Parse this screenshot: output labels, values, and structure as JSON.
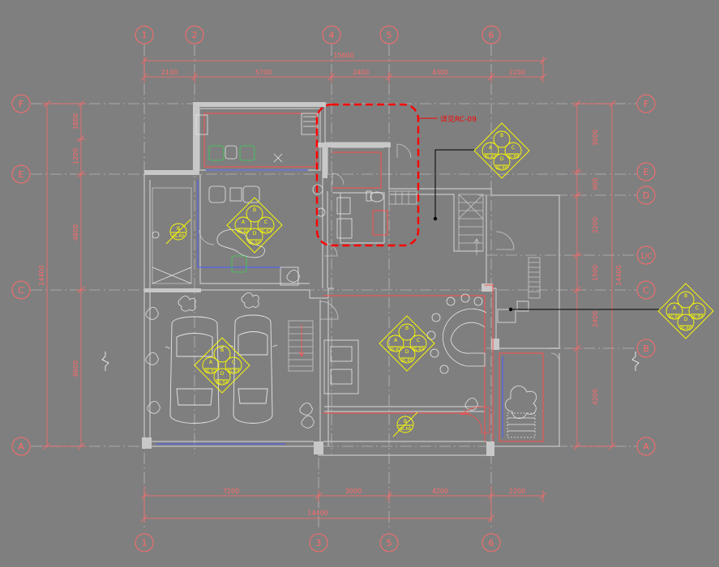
{
  "colors": {
    "background": "#7f7f7f",
    "dimension": "#ff6a6a",
    "wall": "#c8c8c8",
    "wall_red": "#ff4d4d",
    "tag": "#ffff00",
    "callout": "#ff0000",
    "furniture": "#e6e6e6",
    "green": "#39d353",
    "blue": "#4a5cff"
  },
  "grid_top": [
    "1",
    "2",
    "4",
    "5",
    "6"
  ],
  "grid_bottom": [
    "1",
    "3",
    "5",
    "6"
  ],
  "grid_left": [
    "F",
    "E",
    "C",
    "A"
  ],
  "grid_right": [
    "F",
    "E",
    "D",
    "1/C",
    "C",
    "B",
    "A"
  ],
  "dims_top_total": "15600",
  "dims_top": [
    "2100",
    "5700",
    "2400",
    "4300",
    "2200"
  ],
  "dims_bottom": [
    "7200",
    "3000",
    "4200",
    "2200"
  ],
  "dims_bottom_total": "14400",
  "dims_left": [
    "1800",
    "1200",
    "4800",
    "8600"
  ],
  "dims_left_total": "14400",
  "dims_right": [
    "3000",
    "600",
    "2200",
    "1500",
    "2400",
    "4200"
  ],
  "dims_right_total": "14400",
  "callout_label": "详见RC-09",
  "tags": {
    "t1": {
      "top": "B",
      "left": "A",
      "right": "C",
      "bottom": "D",
      "c1": "RL-67",
      "c2": "RL-68",
      "c3": "RL-69"
    },
    "t2": {
      "top": "B",
      "left": "A",
      "right": "C",
      "bottom": "D",
      "c1": "RL-61",
      "c2": "RL-62",
      "c3": "RL-50"
    },
    "t3": {
      "top": "B",
      "c1": "RL-60"
    },
    "t4": {
      "top": "B",
      "left": "A",
      "right": "C",
      "bottom": "D",
      "c1": "RL-63",
      "c2": "RL-64",
      "c3": "RL-65"
    },
    "t5": {
      "top": "B",
      "left": "A",
      "right": "C",
      "bottom": "D",
      "c1": "RL-52",
      "c2": "RL-53",
      "c3": "RL-54"
    },
    "t6": {
      "top": "B",
      "c1": "RL-66"
    },
    "t7": {
      "top": "B",
      "left": "A",
      "right": "C",
      "bottom": "D",
      "c1": "RL-58",
      "c2": "RL-59",
      "c3": "RL-60"
    }
  }
}
